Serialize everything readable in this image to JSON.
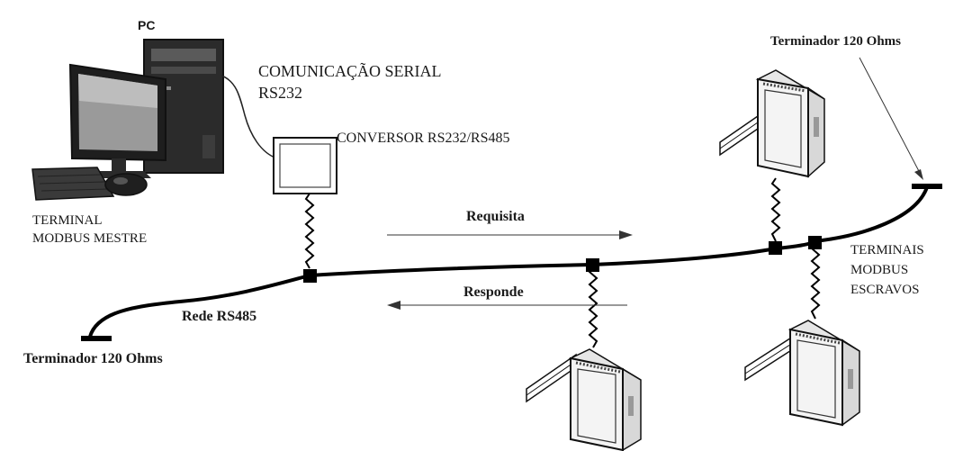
{
  "labels": {
    "pc": "PC",
    "serial_line1": "COMUNICAÇÃO SERIAL",
    "serial_line2": "RS232",
    "converter": "CONVERSOR RS232/RS485",
    "master_line1": "TERMINAL",
    "master_line2": "MODBUS MESTRE",
    "request": "Requisita",
    "response": "Responde",
    "network": "Rede RS485",
    "terminator_left": "Terminador 120 Ohms",
    "terminator_right": "Terminador 120 Ohms",
    "slaves_line1": "TERMINAIS",
    "slaves_line2": "MODBUS",
    "slaves_line3": "ESCRAVOS"
  },
  "colors": {
    "ink": "#111111",
    "background": "#ffffff",
    "device_body": "#f2f2f2",
    "pc_body": "#2a2a2a"
  }
}
